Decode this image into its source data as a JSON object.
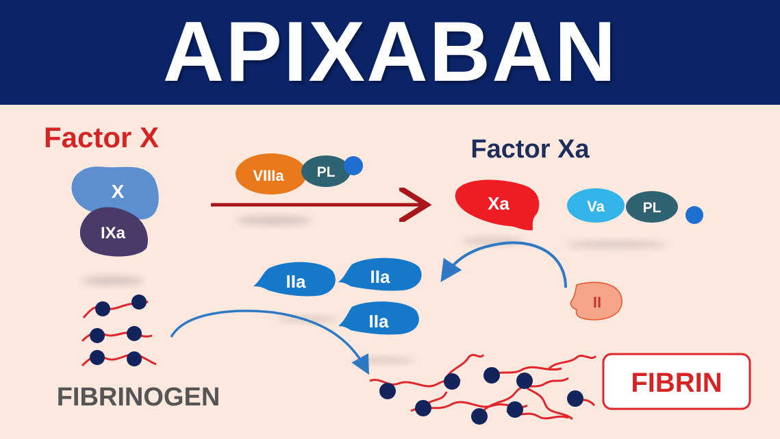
{
  "title": "APIXABAN",
  "factor_x": {
    "heading": "Factor X",
    "enzyme": "X",
    "activator": "IXa"
  },
  "cofactors_left": {
    "factor": "VIIIa",
    "phospholipid": "PL"
  },
  "factor_xa": {
    "heading": "Factor Xa",
    "enzyme": "Xa"
  },
  "cofactors_right": {
    "factor": "Va",
    "phospholipid": "PL"
  },
  "prothrombin": "II",
  "thrombin": [
    "IIa",
    "IIa",
    "IIa"
  ],
  "fibrinogen": "FIBRINOGEN",
  "fibrin": "FIBRIN",
  "colors": {
    "header": "#0b2468",
    "background": "#fbe9df",
    "factor_label": "#d42424",
    "factor_xa_label": "#1f2d5a",
    "x_enzyme": "#5d8fd0",
    "ixa": "#4a3a6a",
    "viiia": "#e8781c",
    "pl": "#2f6372",
    "xa": "#ee1d23",
    "va": "#33b5ea",
    "thrombin": "#1678c9",
    "prothrombin": "#f4a58a",
    "arrow_main": "#a8161c",
    "arrow_curved": "#2e78c4",
    "fibrin_strand": "#e0262b",
    "fibrin_node": "#13245c",
    "fibrinogen_label": "#555555"
  }
}
